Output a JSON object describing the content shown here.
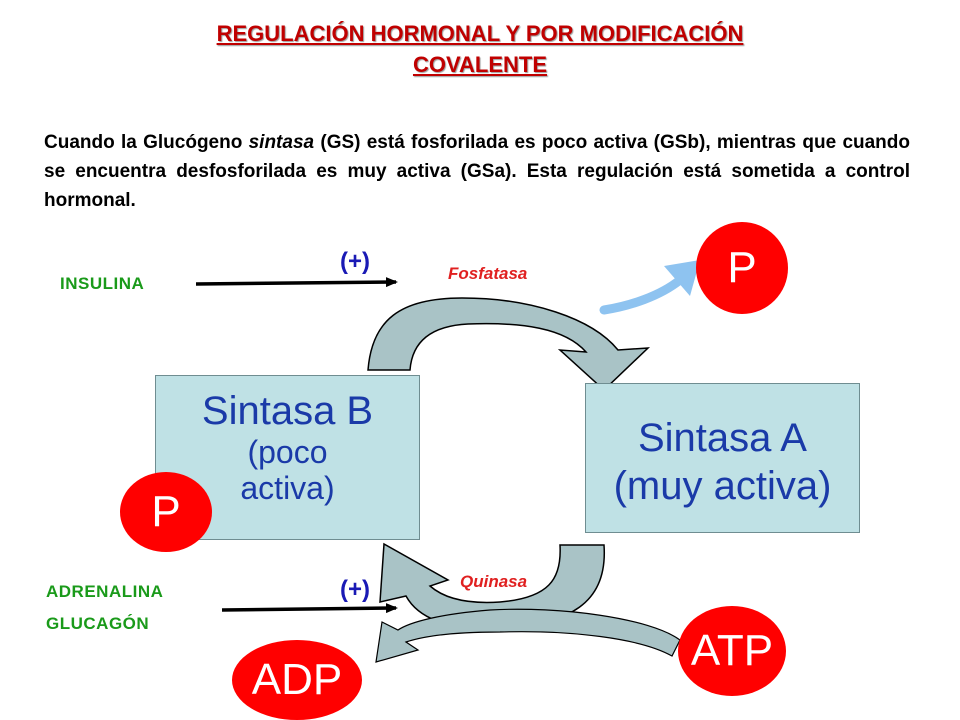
{
  "title": {
    "line1": "REGULACIÓN HORMONAL Y POR MODIFICACIÓN",
    "line2": "COVALENTE"
  },
  "paragraph": {
    "part1": "Cuando la Glucógeno ",
    "italic": "sintasa",
    "part2": " (GS) está fosforilada es poco activa (GSb), mientras que cuando se encuentra desfosforilada es muy activa (GSa). Esta regulación está sometida a control hormonal."
  },
  "hormones": {
    "insulin": "INSULINA",
    "adrenalin": "ADRENALINA",
    "glucagon": "GLUCAGÓN"
  },
  "effects": {
    "insulin_effect": "(+)",
    "adrenalin_effect": "(+)"
  },
  "enzymes": {
    "phosphatase": "Fosfatasa",
    "kinase": "Quinasa"
  },
  "states": {
    "sintasa_b_title": "Sintasa B",
    "sintasa_b_line2": "(poco",
    "sintasa_b_line3": "activa)",
    "sintasa_a_title": "Sintasa A",
    "sintasa_a_line2": "(muy activa)"
  },
  "molecules": {
    "phosphate_released": "P",
    "phosphate_bound": "P",
    "atp": "ATP",
    "adp": "ADP"
  },
  "colors": {
    "title": "#c00000",
    "hormone_label": "#1a9a1a",
    "plus_sign": "#1a1ab5",
    "enzyme_label": "#e02020",
    "box_fill": "#bfe1e5",
    "box_text": "#1a3aa8",
    "molecule_circle": "#ff0000",
    "curved_arrow_fill": "#a9c3c6",
    "phosphate_arrow": "#8ec3f0"
  }
}
